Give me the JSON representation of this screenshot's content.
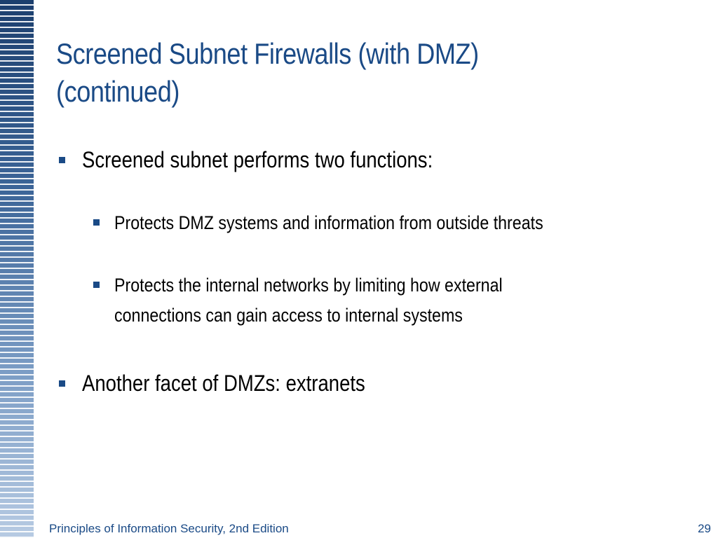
{
  "slide": {
    "title_line1": "Screened Subnet Firewalls (with DMZ)",
    "title_line2": "(continued)",
    "bullets": [
      {
        "level": 1,
        "text": "Screened subnet performs two functions:"
      },
      {
        "level": 2,
        "text": "Protects DMZ systems and information from outside threats"
      },
      {
        "level": 2,
        "line1": "Protects the internal networks by limiting how external",
        "line2": "connections can gain access to internal systems"
      },
      {
        "level": 1,
        "text": "Another facet of DMZs: extranets"
      }
    ],
    "footer_left": "Principles of Information Security, 2nd Edition",
    "page_number": "29"
  },
  "colors": {
    "title": "#1a4a86",
    "bullet_marker": "#1a4a86",
    "body_text": "#000000",
    "stripe_dark": "#1c3f6e",
    "stripe_light": "#b7cbe3"
  },
  "icons": {
    "bullet": "square-bullet-icon",
    "decor": "striped-side-bar"
  }
}
